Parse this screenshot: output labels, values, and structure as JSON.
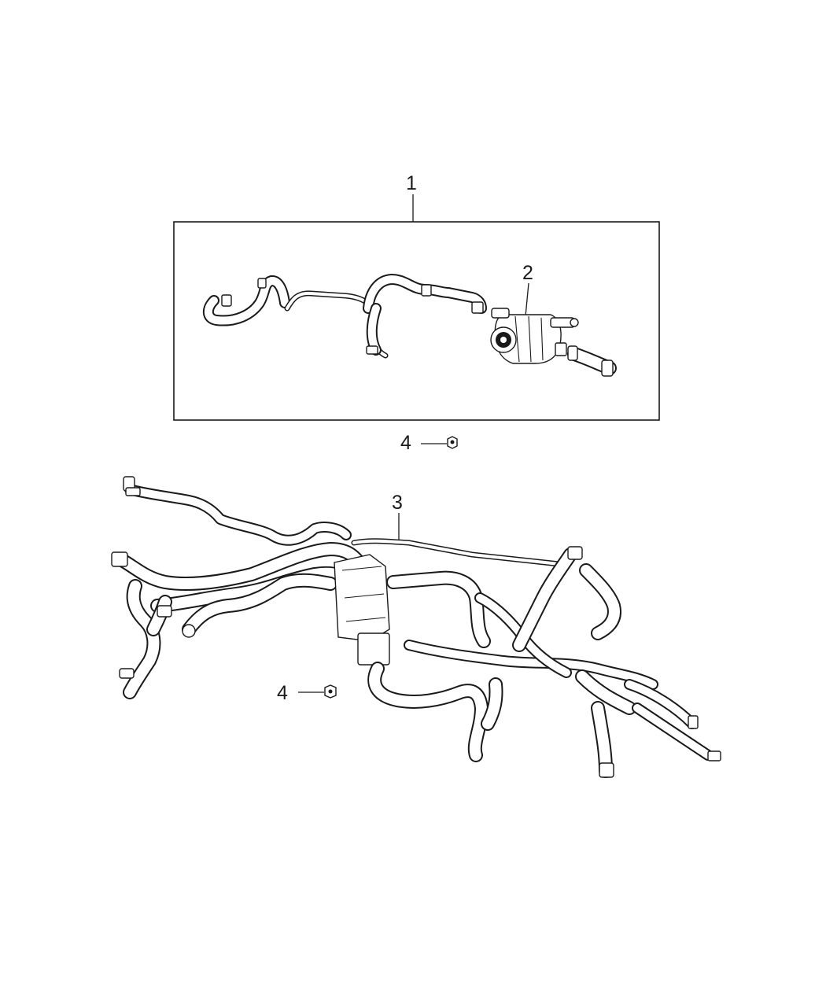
{
  "callouts": {
    "c1": "1",
    "c2": "2",
    "c3": "3",
    "c4a": "4",
    "c4b": "4"
  },
  "parts": {
    "p1": "hose-assembly-kit",
    "p2": "auxiliary-coolant-pump",
    "p3": "coolant-hose-harness",
    "p4": "nut"
  }
}
